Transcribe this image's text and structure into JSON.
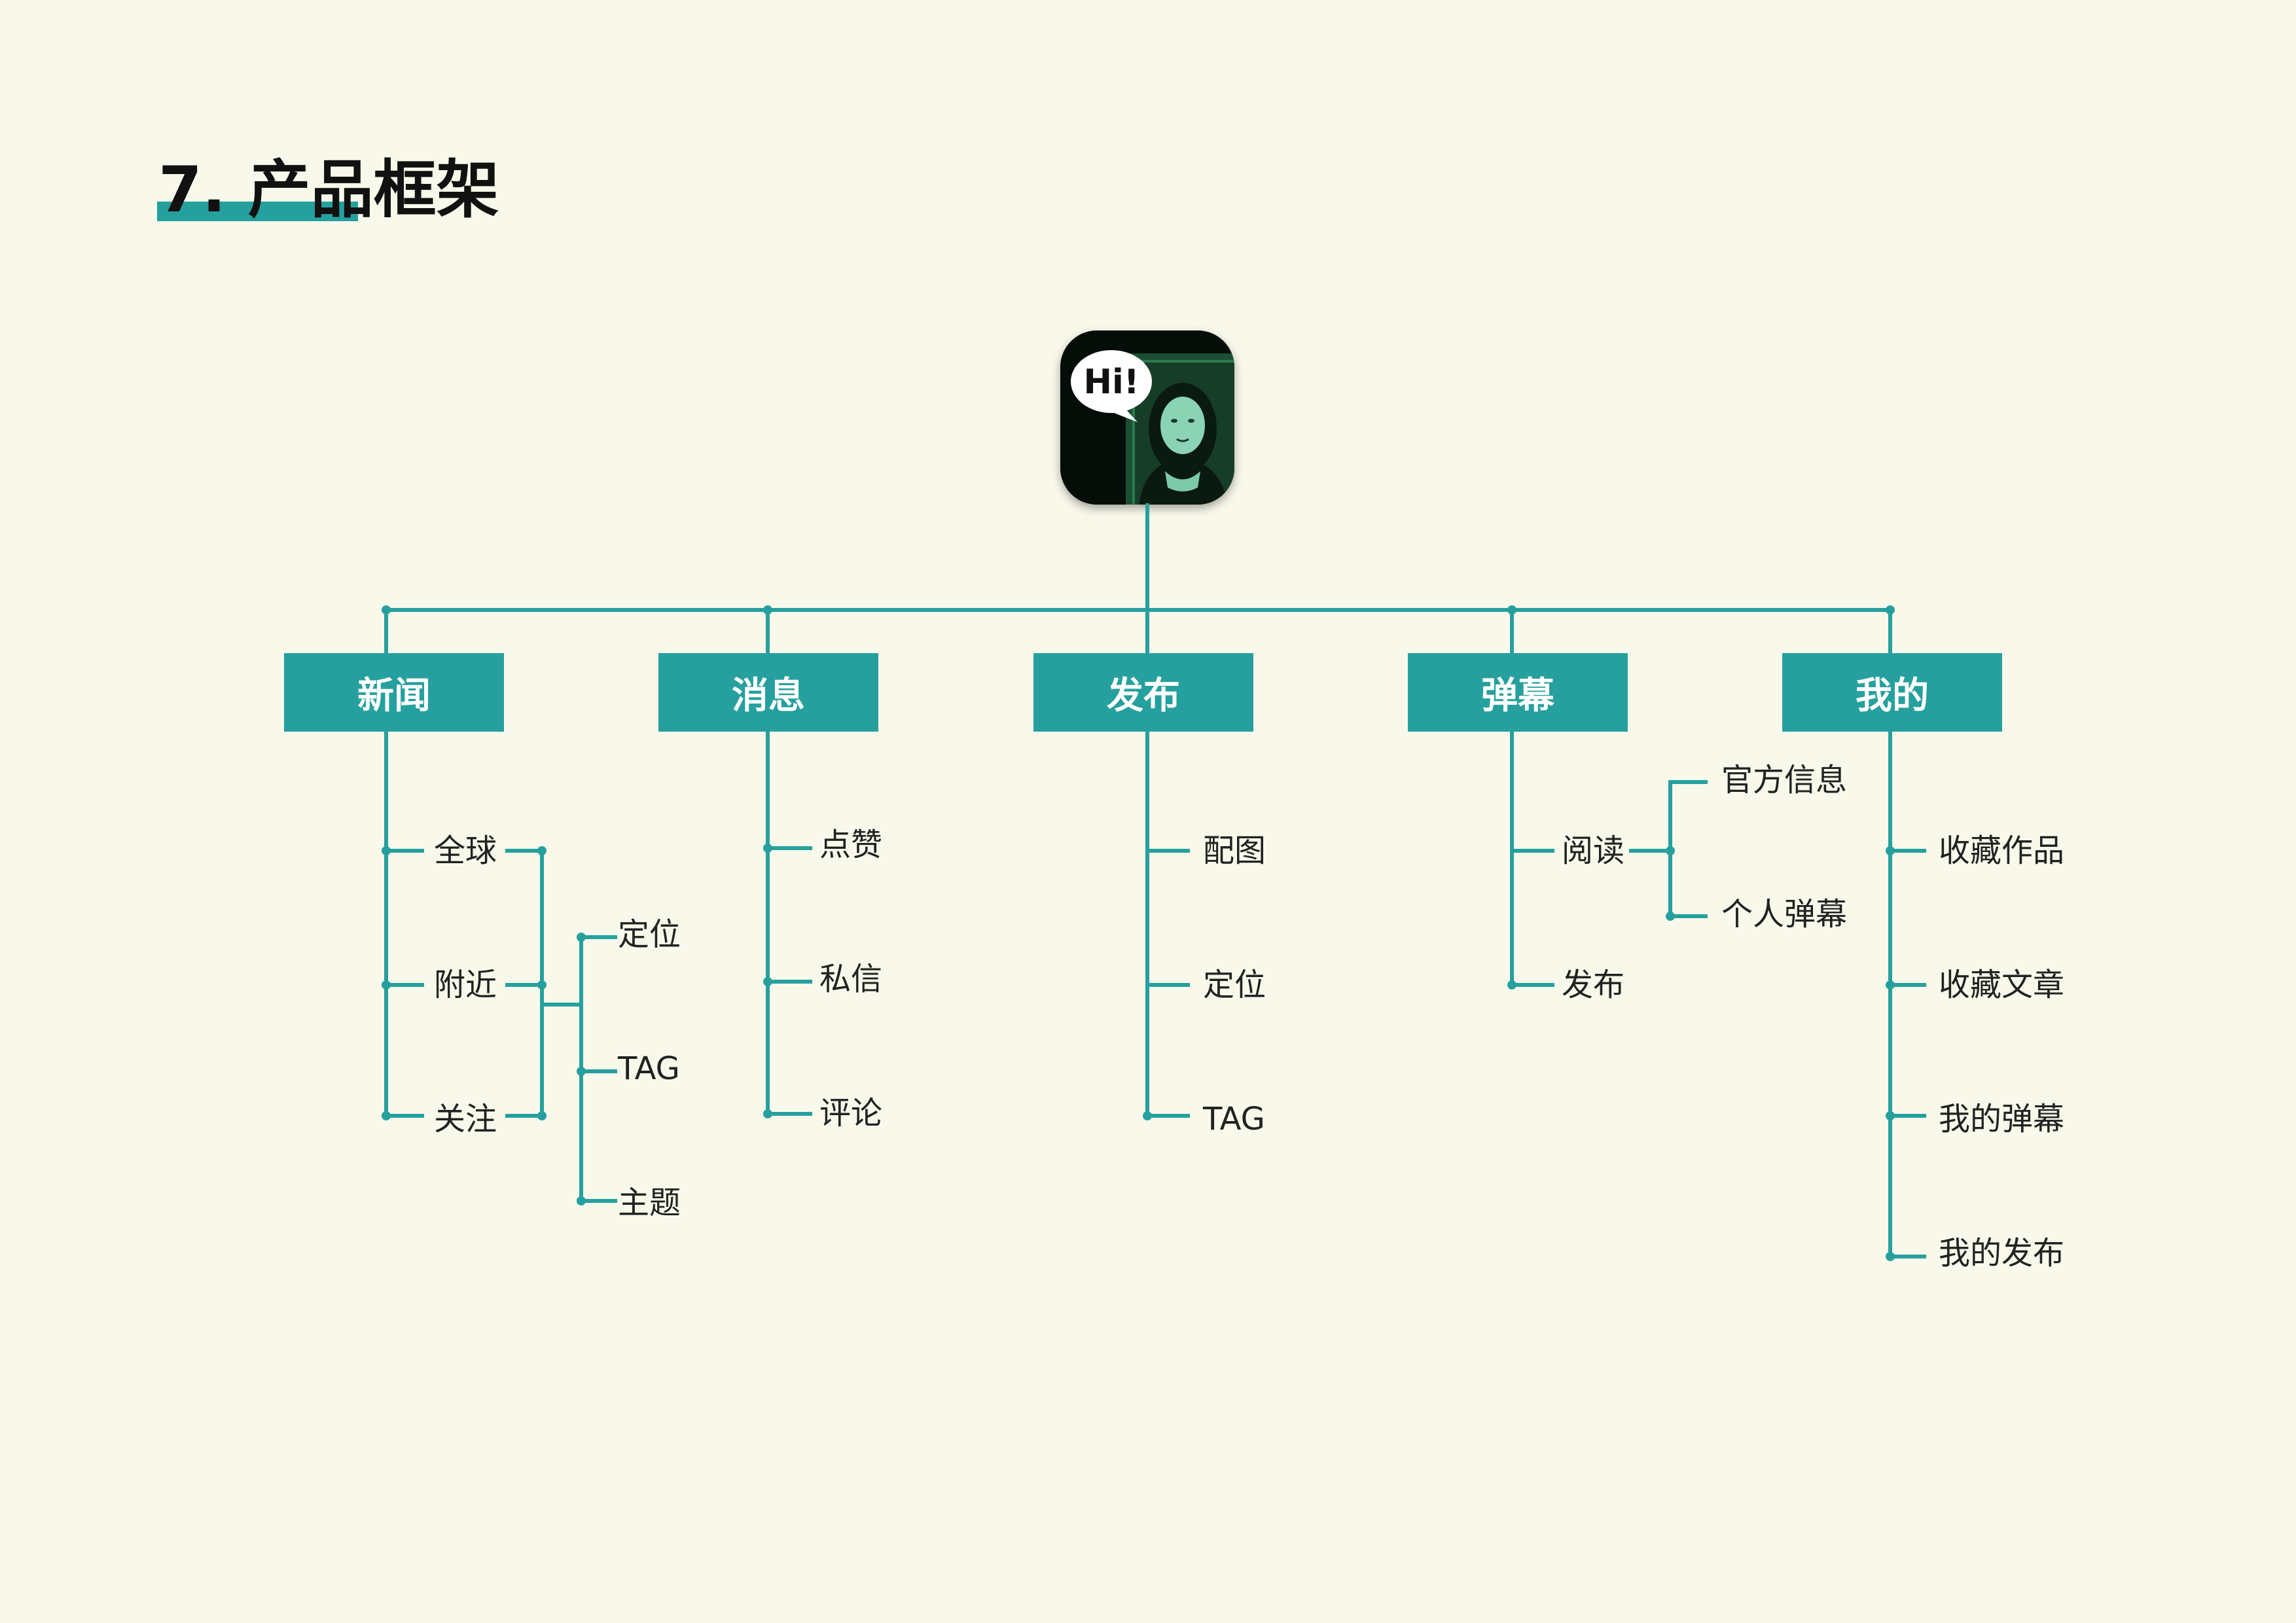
{
  "title": "7. 产品框架",
  "app_icon": {
    "bubble_text": "Hi!",
    "icon": "app-icon-mona-lisa"
  },
  "colors": {
    "accent": "#26a09e",
    "background": "#f9f9eb",
    "text": "#222222"
  },
  "categories": [
    {
      "label": "新闻",
      "children": [
        "全球",
        "附近",
        "关注"
      ],
      "sub_children": [
        "定位",
        "TAG",
        "主题"
      ]
    },
    {
      "label": "消息",
      "children": [
        "点赞",
        "私信",
        "评论"
      ]
    },
    {
      "label": "发布",
      "children": [
        "配图",
        "定位",
        "TAG"
      ]
    },
    {
      "label": "弹幕",
      "children": [
        "阅读",
        "发布"
      ],
      "sub_children": [
        "官方信息",
        "个人弹幕"
      ]
    },
    {
      "label": "我的",
      "children": [
        "收藏作品",
        "收藏文章",
        "我的弹幕",
        "我的发布"
      ]
    }
  ]
}
